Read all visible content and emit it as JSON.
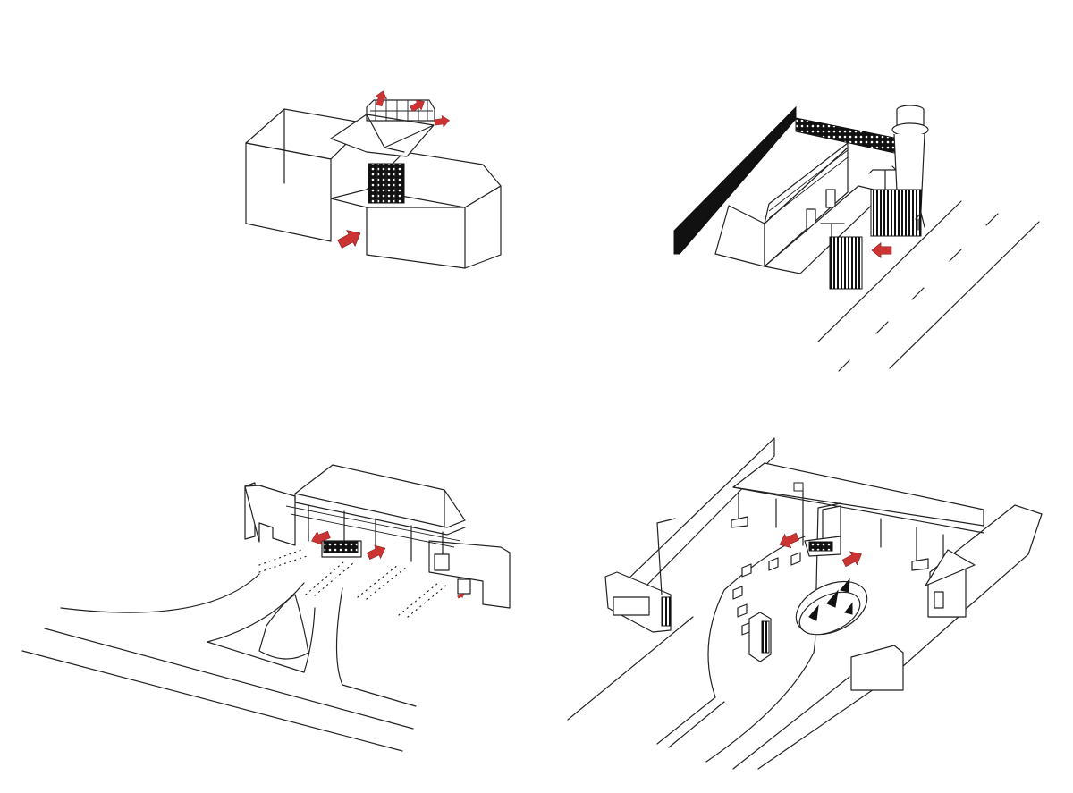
{
  "diagram": {
    "panels": [
      {
        "id": "gatehouse-building"
      },
      {
        "id": "fenced-gate-tower"
      },
      {
        "id": "canopy-checkpoint"
      },
      {
        "id": "entrance-plaza"
      }
    ],
    "arrow_color": "#cc3333",
    "line_color": "#222222"
  }
}
